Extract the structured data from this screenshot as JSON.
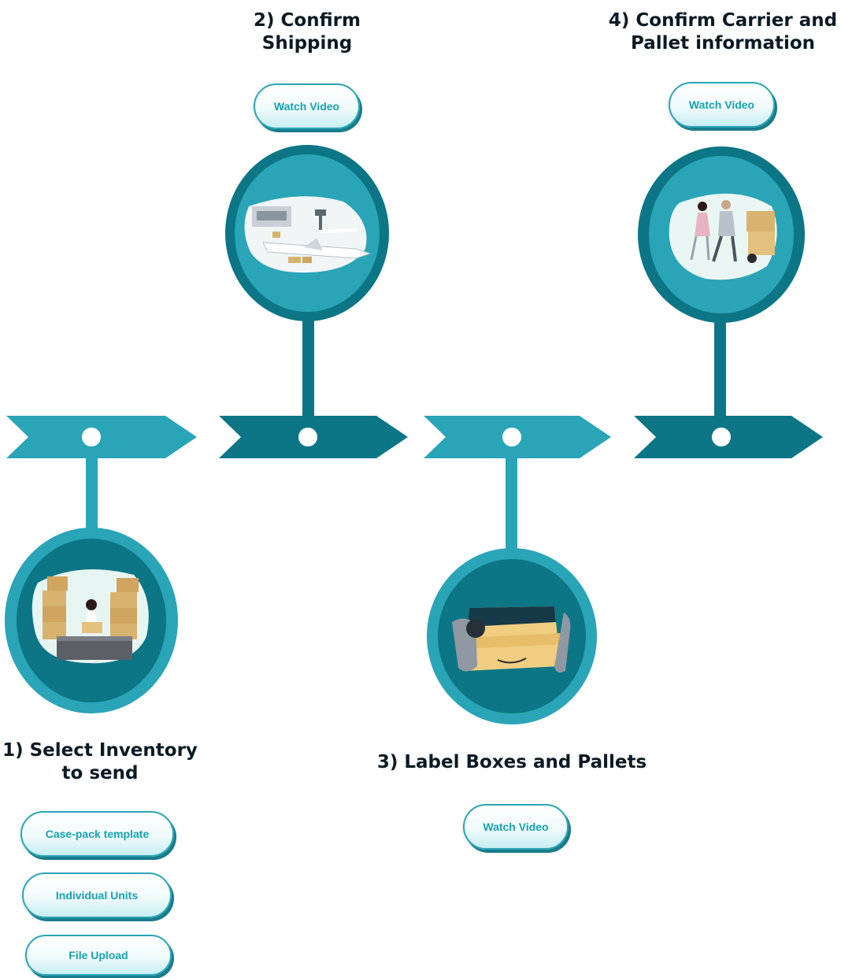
{
  "steps": [
    {
      "title_line1": "1) Select Inventory",
      "title_line2": "to send",
      "buttons": [
        "Case-pack template",
        "Individual Units",
        "File Upload"
      ]
    },
    {
      "title_line1": "2) Confirm",
      "title_line2": "Shipping",
      "buttons": [
        "Watch Video"
      ]
    },
    {
      "title_line1": "3) Label Boxes and Pallets",
      "buttons": [
        "Watch Video"
      ]
    },
    {
      "title_line1": "4) Confirm Carrier and",
      "title_line2": "Pallet information",
      "buttons": [
        "Watch Video"
      ]
    }
  ],
  "colors": {
    "light_teal": "#2aa5b7",
    "dark_teal": "#0c7686",
    "text": "#0b1b24",
    "button_text": "#16a2b3"
  },
  "icons": [
    "warehouse-inventory-icon",
    "airport-shipping-icon",
    "labeled-box-icon",
    "carrier-pallet-icon"
  ]
}
